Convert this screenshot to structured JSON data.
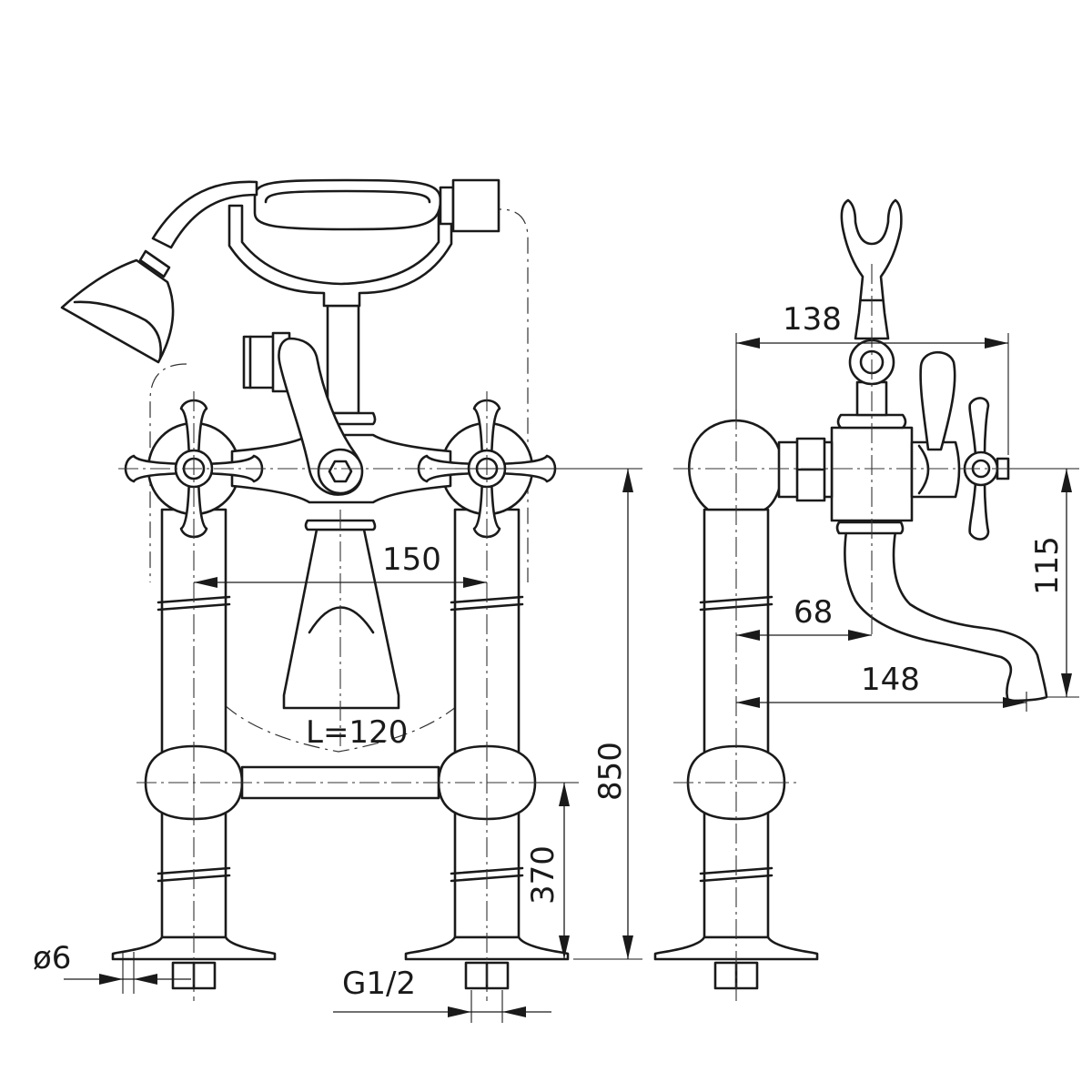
{
  "dimensions": {
    "d138": "138",
    "d150": "150",
    "d68": "68",
    "d148": "148",
    "d115": "115",
    "d850": "850",
    "d370": "370",
    "spout_length": "L=120",
    "hose_dia": "ø6",
    "thread": "G1/2"
  },
  "colors": {
    "line": "#1a1a1a",
    "background": "#ffffff"
  }
}
